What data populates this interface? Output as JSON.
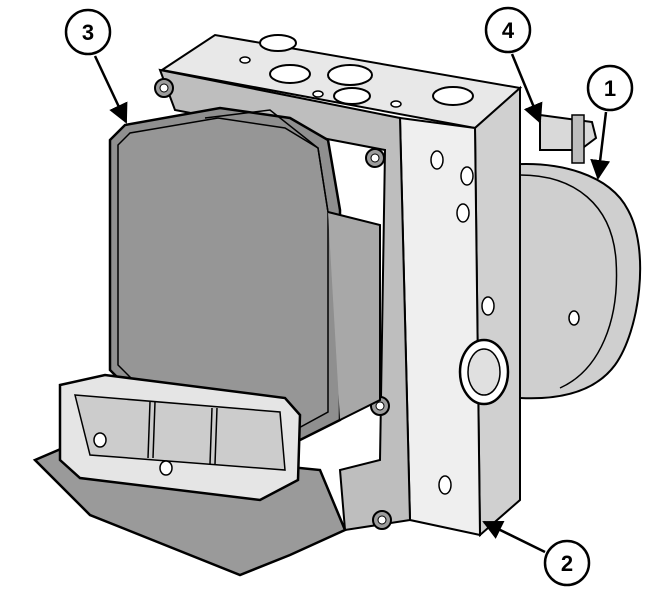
{
  "diagram": {
    "colors": {
      "line": "#000000",
      "fill_light": "#e6e6e6",
      "fill_mid": "#bdbdbd",
      "fill_dark": "#8f8f8f",
      "fill_white": "#fafafa"
    },
    "callouts": [
      {
        "id": "callout-1",
        "label": "1"
      },
      {
        "id": "callout-2",
        "label": "2"
      },
      {
        "id": "callout-3",
        "label": "3"
      },
      {
        "id": "callout-4",
        "label": "4"
      }
    ]
  }
}
